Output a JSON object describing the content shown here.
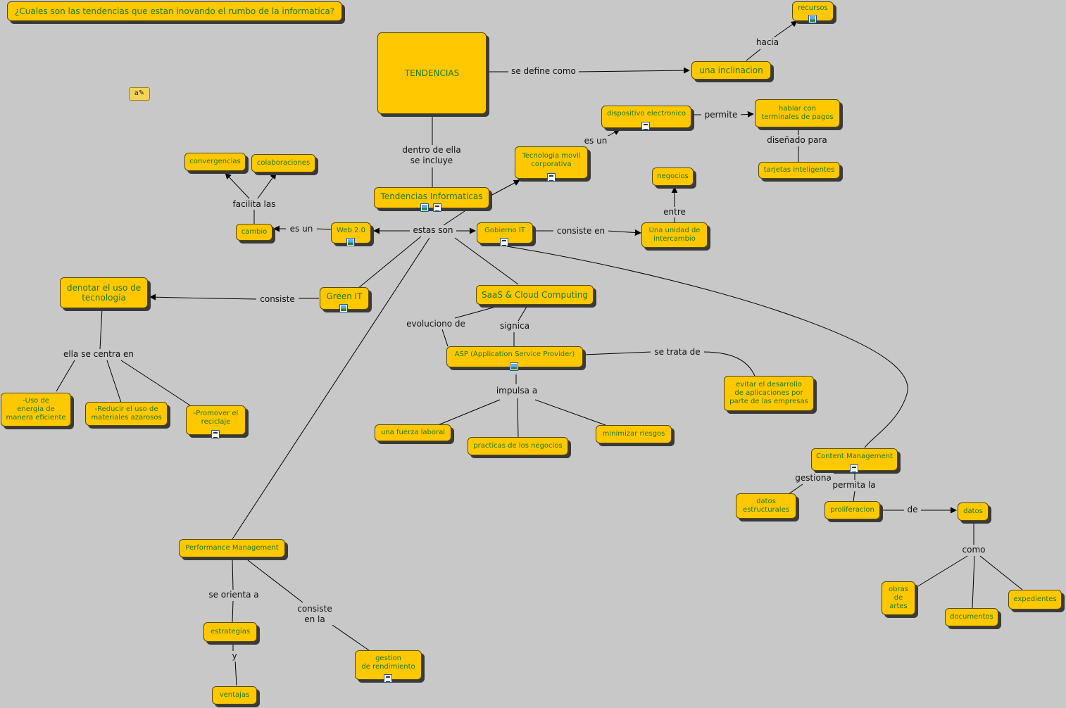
{
  "colors": {
    "background": "#c8c8c8",
    "node_fill": "#ffc800",
    "node_text": "#1f7a1f",
    "link_text": "#111111",
    "line": "#000000"
  },
  "question": "¿Cuales son las tendencias que estan inovando el rumbo de la informatica?",
  "toolbar_icon": "edit-text-icon",
  "nodes": {
    "tendencias": "TENDENCIAS",
    "recursos": "recursos",
    "inclinacion": "una inclinacion",
    "dispositivo": "dispositivo electronico",
    "hablar": "hablar con\nterminales de pagos",
    "tarjetas": "tarjetas inteligentes",
    "tecnologia_movil": "Tecnologia movil\ncorporativa",
    "negocios": "negocios",
    "convergencias": "convergencias",
    "colaboraciones": "colaboraciones",
    "tendencias_inf": "Tendencias Informaticas",
    "cambio": "cambio",
    "web20": "Web 2.0",
    "gobierno": "Gobierno IT",
    "unidad": "Una unidad de\nintercambio",
    "denotar": "denotar el uso de\ntecnologia",
    "green": "Green IT",
    "saas": "SaaS & Cloud Computing",
    "asp": "ASP (Application Service Provider)",
    "evitar": "evitar el desarrollo\nde aplicaciones por\nparte de las empresas",
    "uso_energia": "-Uso de\nenergia de\nmanera eficiente",
    "reducir": "-Reducir el uso de\nmateriales azarosos",
    "promover": "-Promover el\nreciclaje",
    "fuerza": "una fuerza laboral",
    "practicas": "practicas de los negocios",
    "minimizar": "minimizar riesgos",
    "content": "Content Management",
    "datos_estr": "datos\nestructurales",
    "proliferacion": "proliferacion",
    "datos": "datos",
    "performance": "Performance Management",
    "obras": "obras\nde\nartes",
    "expedientes": "expedientes",
    "documentos": "documentos",
    "estrategias": "estrategias",
    "gestion": "gestion\nde rendimiento",
    "ventajas": "ventajas"
  },
  "links": {
    "hacia": "hacia",
    "se_define": "se define como",
    "permite": "permite",
    "es_un_disp": "es un",
    "disenado": "diseñado para",
    "dentro": "dentro de ella\nse incluye",
    "facilita": "facilita las",
    "entre": "entre",
    "es_un_web": "es un",
    "estas_son": "estas son",
    "consiste_en": "consiste en",
    "consiste": "consiste",
    "evoluciono": "evoluciono de",
    "signica": "signica",
    "se_trata": "se trata de",
    "ella_centra": "ella se centra en",
    "impulsa": "impulsa a",
    "gestiona": "gestiona",
    "permita": "permita la",
    "de": "de",
    "como": "como",
    "se_orienta": "se orienta a",
    "consiste_la": "consiste\nen la",
    "y": "y"
  },
  "resource_icons": {
    "image": "image-resource-icon",
    "document": "document-resource-icon"
  }
}
